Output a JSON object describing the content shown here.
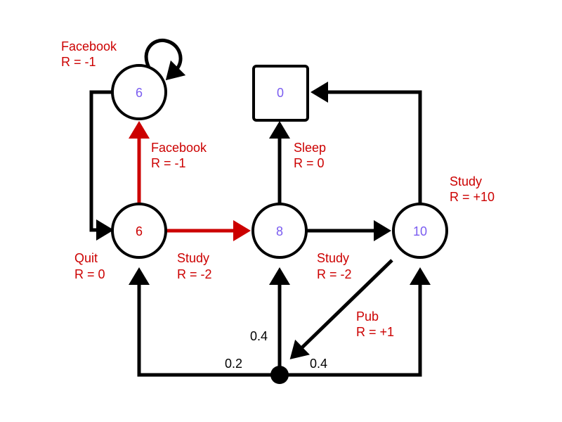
{
  "colors": {
    "value_text": "#7a5cf0",
    "label_text": "#cc0000",
    "highlight_arrow": "#cc0000",
    "default_arrow": "#000000"
  },
  "states": {
    "facebook_state": {
      "value": "6"
    },
    "class1": {
      "value": "6"
    },
    "class2": {
      "value": "8"
    },
    "class3": {
      "value": "10"
    },
    "sleep_terminal": {
      "value": "0"
    }
  },
  "labels": {
    "facebook_loop": {
      "action": "Facebook",
      "reward": "R = -1"
    },
    "facebook_up": {
      "action": "Facebook",
      "reward": "R = -1"
    },
    "sleep": {
      "action": "Sleep",
      "reward": "R = 0"
    },
    "study_top": {
      "action": "Study",
      "reward": "R = +10"
    },
    "quit": {
      "action": "Quit",
      "reward": "R = 0"
    },
    "study1": {
      "action": "Study",
      "reward": "R = -2"
    },
    "study2": {
      "action": "Study",
      "reward": "R = -2"
    },
    "pub": {
      "action": "Pub",
      "reward": "R = +1"
    }
  },
  "probabilities": {
    "to_class1": "0.2",
    "to_class2": "0.4",
    "to_class3": "0.4"
  }
}
